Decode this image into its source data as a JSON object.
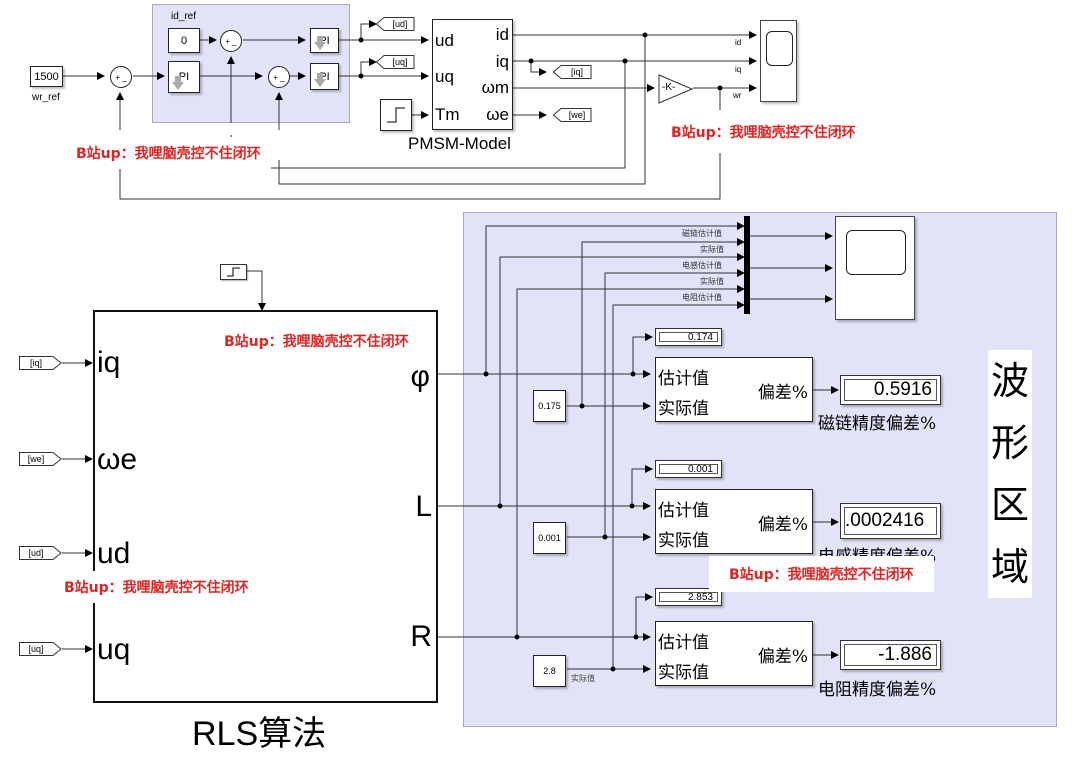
{
  "watermark": "B站up：我哩脑壳控不住闭环",
  "top_model": {
    "speed_ref": {
      "value": "1500",
      "label": "wr_ref"
    },
    "current_loop": {
      "id_ref_label": "id_ref",
      "id_ref_value": "0",
      "pi_label": "PI"
    },
    "sum_sign": "+ _",
    "goto_tags": [
      "[ud]",
      "[uq]",
      "[iq]",
      "[we]"
    ],
    "pmsm": {
      "title": "PMSM-Model",
      "inputs": [
        "ud",
        "uq",
        "Tm"
      ],
      "outputs": [
        "id",
        "iq",
        "ωm",
        "ωe"
      ]
    },
    "gain_label": "-K-",
    "scope_signals": [
      "id",
      "iq",
      "wr"
    ]
  },
  "rls_block": {
    "title": "RLS算法",
    "inputs": [
      "iq",
      "ωe",
      "ud",
      "uq"
    ],
    "outputs": [
      "φ",
      "L",
      "R"
    ],
    "from_tags": [
      "[iq]",
      "[we]",
      "[ud]",
      "[uq]"
    ]
  },
  "waveform_area": {
    "title": "波形区域",
    "mux_labels": [
      "磁链估计值",
      "实际值",
      "电感估计值",
      "实际值",
      "电阻估计值"
    ],
    "annotation_actual": "实际值",
    "error_blocks": [
      {
        "name": "flux",
        "estimate_display": "0.174",
        "actual_constant": "0.175",
        "in_estimate": "估计值",
        "in_actual": "实际值",
        "out_label": "偏差%",
        "error_display": "0.5916",
        "caption": "磁链精度偏差%"
      },
      {
        "name": "inductance",
        "estimate_display": "0.001",
        "actual_constant": "0.001",
        "in_estimate": "估计值",
        "in_actual": "实际值",
        "out_label": "偏差%",
        "error_display": ".0002416",
        "caption": "电感精度偏差%"
      },
      {
        "name": "resistance",
        "estimate_display": "2.853",
        "actual_constant": "2.8",
        "in_estimate": "估计值",
        "in_actual": "实际值",
        "out_label": "偏差%",
        "error_display": "-1.886",
        "caption": "电阻精度偏差%"
      }
    ]
  }
}
